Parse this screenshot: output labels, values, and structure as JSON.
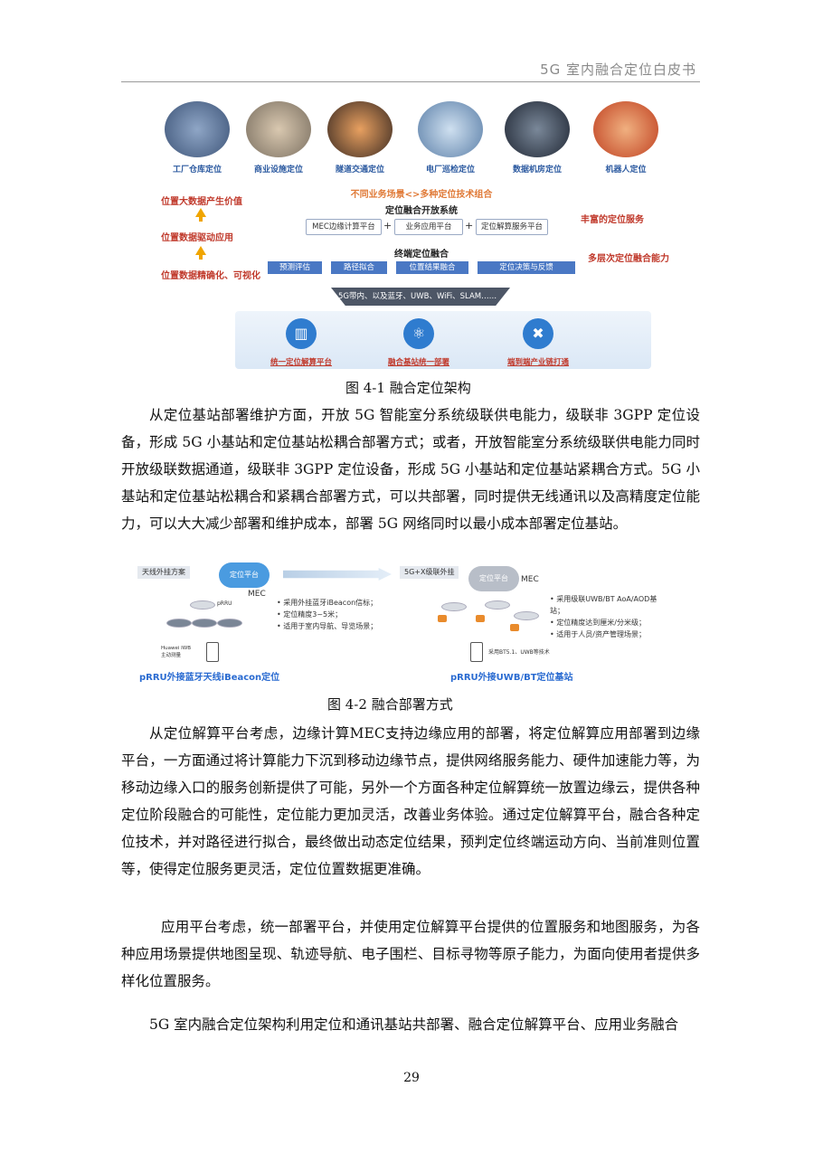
{
  "header": {
    "title": "5G 室内融合定位白皮书"
  },
  "figure1": {
    "scenes": [
      "工厂仓库定位",
      "商业设施定位",
      "隧道交通定位",
      "电厂巡检定位",
      "数据机房定位",
      "机器人定位"
    ],
    "left_labels": [
      "位置大数据产生价值",
      "位置数据驱动应用",
      "位置数据精确化、可视化"
    ],
    "banner": "不同业务场景<>多种定位技术组合",
    "open_system_title": "定位融合开放系统",
    "open_system_boxes": [
      "MEC边缘计算平台",
      "业务应用平台",
      "定位解算服务平台"
    ],
    "plus": "+",
    "right_labels": [
      "丰富的定位服务",
      "多层次定位融合能力"
    ],
    "terminal_title": "终端定位融合",
    "terminal_boxes": [
      "预测评估",
      "路径拟合",
      "位置结果融合",
      "定位决策与反馈"
    ],
    "tech_banner": "5G带内、以及蓝牙、UWB、WiFi、SLAM……",
    "bottom_items": [
      "统一定位解算平台",
      "融合基站统一部署",
      "端到端产业链打通"
    ],
    "caption": "图 4-1 融合定位架构"
  },
  "para1": "从定位基站部署维护方面，开放 5G 智能室分系统级联供电能力，级联非 3GPP 定位设备，形成 5G 小基站和定位基站松耦合部署方式；或者，开放智能室分系统级联供电能力同时开放级联数据通道，级联非 3GPP 定位设备，形成 5G 小基站和定位基站紧耦合方式。5G 小基站和定位基站松耦合和紧耦合部署方式，可以共部署，同时提供无线通讯以及高精度定位能力，可以大大减少部署和维护成本，部署 5G 网络同时以最小成本部署定位基站。",
  "figure2": {
    "left_tag": "天线外挂方案",
    "right_tag": "5G+X级联外挂",
    "left_cloud": "定位平台",
    "right_cloud": "定位平台",
    "mec": "MEC",
    "left_bullets": [
      "采用外挂蓝牙iBeacon信标；",
      "定位精度3~5米；",
      "适用于室内导航、导览场景；"
    ],
    "right_bullets": [
      "采用级联UWB/BT AoA/AOD基站；",
      "定位精度达到厘米/分米级；",
      "适用于人员/资产管理场景；"
    ],
    "left_small": [
      "pRRU",
      "Huawei IWB 主动测量"
    ],
    "right_small": [
      "采用BT5.1、UWB等技术"
    ],
    "left_title": "pRRU外接蓝牙天线iBeacon定位",
    "right_title": "pRRU外接UWB/BT定位基站",
    "caption": "图 4-2 融合部署方式"
  },
  "para2": "从定位解算平台考虑，边缘计算MEC支持边缘应用的部署，将定位解算应用部署到边缘平台，一方面通过将计算能力下沉到移动边缘节点，提供网络服务能力、硬件加速能力等，为移动边缘入口的服务创新提供了可能，另外一个方面各种定位解算统一放置边缘云，提供各种定位阶段融合的可能性，定位能力更加灵活，改善业务体验。通过定位解算平台，融合各种定位技术，并对路径进行拟合，最终做出动态定位结果，预判定位终端运动方向、当前准则位置等，使得定位服务更灵活，定位位置数据更准确。",
  "para3": "应用平台考虑，统一部署平台，并使用定位解算平台提供的位置服务和地图服务，为各种应用场景提供地图呈现、轨迹导航、电子围栏、目标寻物等原子能力，为面向使用者提供多样化位置服务。",
  "para4": "5G 室内融合定位架构利用定位和通讯基站共部署、融合定位解算平台、应用业务融合",
  "page_number": "29"
}
